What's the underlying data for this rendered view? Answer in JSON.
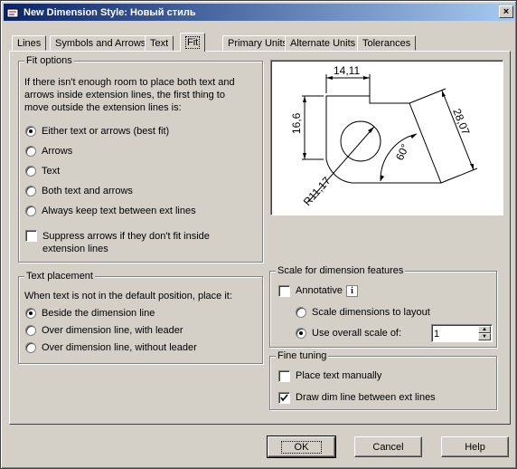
{
  "window": {
    "title": "New Dimension Style: Новый стиль",
    "close_label": "×"
  },
  "tabs": [
    {
      "label": "Lines",
      "active": false
    },
    {
      "label": "Symbols and Arrows",
      "active": false
    },
    {
      "label": "Text",
      "active": false
    },
    {
      "label": "Fit",
      "active": true
    },
    {
      "label": "Primary Units",
      "active": false
    },
    {
      "label": "Alternate Units",
      "active": false
    },
    {
      "label": "Tolerances",
      "active": false
    }
  ],
  "fit_options": {
    "legend": "Fit options",
    "description": "If there isn't enough room to place both text and arrows inside extension lines, the first thing to move outside the extension lines is:",
    "radios": [
      {
        "label": "Either text or arrows (best fit)",
        "checked": true
      },
      {
        "label": "Arrows",
        "checked": false
      },
      {
        "label": "Text",
        "checked": false
      },
      {
        "label": "Both text and arrows",
        "checked": false
      },
      {
        "label": "Always keep text between ext lines",
        "checked": false
      }
    ],
    "suppress_label": "Suppress arrows if they don't fit inside extension lines",
    "suppress_checked": false
  },
  "text_placement": {
    "legend": "Text placement",
    "description": "When text is not in the default position, place it:",
    "radios": [
      {
        "label": "Beside the dimension line",
        "checked": true
      },
      {
        "label": "Over dimension line, with leader",
        "checked": false
      },
      {
        "label": "Over dimension line, without leader",
        "checked": false
      }
    ]
  },
  "preview": {
    "dim_top": "14,11",
    "dim_left": "16,6",
    "dim_right": "28,07",
    "dim_angle": "60°",
    "dim_radius": "R11,17"
  },
  "scale": {
    "legend": "Scale for dimension features",
    "annotative_label": "Annotative",
    "annotative_checked": false,
    "info_glyph": "i",
    "scale_layout_label": "Scale dimensions to layout",
    "overall_label": "Use overall scale of:",
    "overall_value": "1"
  },
  "fine_tuning": {
    "legend": "Fine tuning",
    "place_manually_label": "Place text manually",
    "place_manually_checked": false,
    "draw_dim_line_label": "Draw dim line between ext lines",
    "draw_dim_line_checked": true
  },
  "buttons": {
    "ok": "OK",
    "cancel": "Cancel",
    "help": "Help"
  },
  "icons": {
    "app": "dimension-style-icon",
    "close": "close-icon"
  }
}
